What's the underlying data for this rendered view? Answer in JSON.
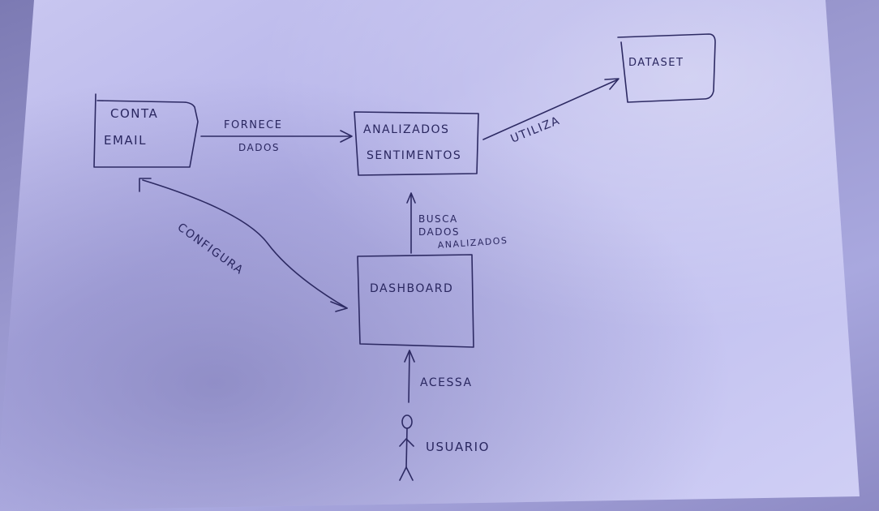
{
  "diagram": {
    "nodes": {
      "conta_email": {
        "line1": "CONTA",
        "line2": "EMAIL"
      },
      "analizador": {
        "line1": "ANALIZADOS",
        "line2": "SENTIMENTOS"
      },
      "dataset": {
        "label": "DATASET"
      },
      "dashboard": {
        "label": "DASHBOARD"
      },
      "usuario": {
        "label": "USUARIO"
      }
    },
    "edges": {
      "fornece_dados": {
        "line1": "FORNECE",
        "line2": "DADOS"
      },
      "utiliza": {
        "label": "UTILIZA"
      },
      "busca_dados": {
        "line1": "BUSCA",
        "line2": "DADOS",
        "line3": "ANALIZADOS"
      },
      "configura": {
        "label": "CONFIGURA"
      },
      "acessa": {
        "label": "ACESSA"
      }
    }
  }
}
